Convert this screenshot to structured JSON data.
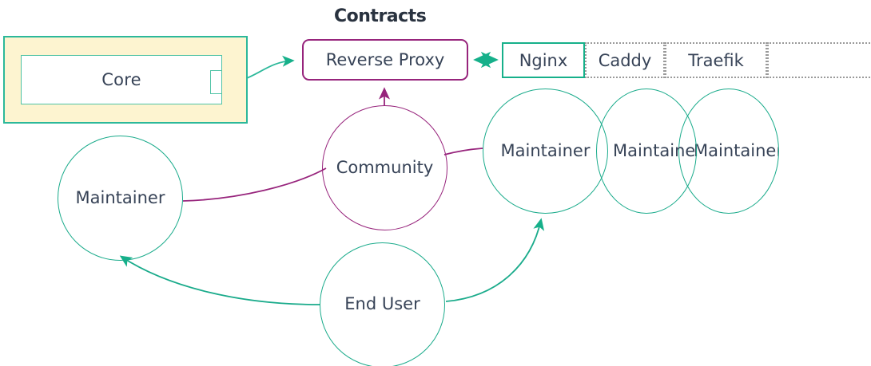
{
  "diagram": {
    "title": "Contracts",
    "background": "#ffffff",
    "colors": {
      "teal": "#1aab8b",
      "teal_strong": "#16b08a",
      "purple": "#97247c",
      "text": "#374357",
      "title_text": "#29323f",
      "group_fill": "#fdf4d0",
      "group_border": "#2cb89a",
      "ghost_border": "#9a9a9a"
    },
    "group": {
      "name": "core-group",
      "node_label": "Core",
      "has_port": true
    },
    "contract_node": {
      "label": "Reverse Proxy",
      "border_color": "#97247c"
    },
    "implementations": {
      "selected_index": 0,
      "options": [
        {
          "label": "Nginx",
          "state": "selected"
        },
        {
          "label": "Caddy",
          "state": "ghost"
        },
        {
          "label": "Traefik",
          "state": "ghost"
        },
        {
          "label": "",
          "state": "ghost"
        }
      ]
    },
    "actors": [
      {
        "id": "maintainer-left",
        "label": "Maintainer",
        "color": "teal"
      },
      {
        "id": "community",
        "label": "Community",
        "color": "purple"
      },
      {
        "id": "maintainer-stack-1",
        "label": "Maintainer",
        "color": "teal"
      },
      {
        "id": "maintainer-stack-2",
        "label": "Maintainer",
        "color": "teal"
      },
      {
        "id": "maintainer-stack-3",
        "label": "Maintainer",
        "color": "teal"
      },
      {
        "id": "end-user",
        "label": "End User",
        "color": "teal"
      }
    ],
    "edges": [
      {
        "from": "core-port",
        "to": "reverse-proxy",
        "style": "arrow",
        "color": "teal"
      },
      {
        "from": "reverse-proxy",
        "to": "nginx",
        "style": "double-arrow",
        "color": "teal"
      },
      {
        "from": "community",
        "to": "reverse-proxy",
        "style": "arrow",
        "color": "purple"
      },
      {
        "from": "maintainer-left",
        "to": "community",
        "style": "line",
        "color": "purple"
      },
      {
        "from": "community",
        "to": "maintainer-stack-1",
        "style": "line",
        "color": "purple"
      },
      {
        "from": "end-user",
        "to": "maintainer-left",
        "style": "arrow",
        "color": "teal"
      },
      {
        "from": "end-user",
        "to": "maintainer-stack-1",
        "style": "arrow",
        "color": "teal"
      }
    ]
  }
}
